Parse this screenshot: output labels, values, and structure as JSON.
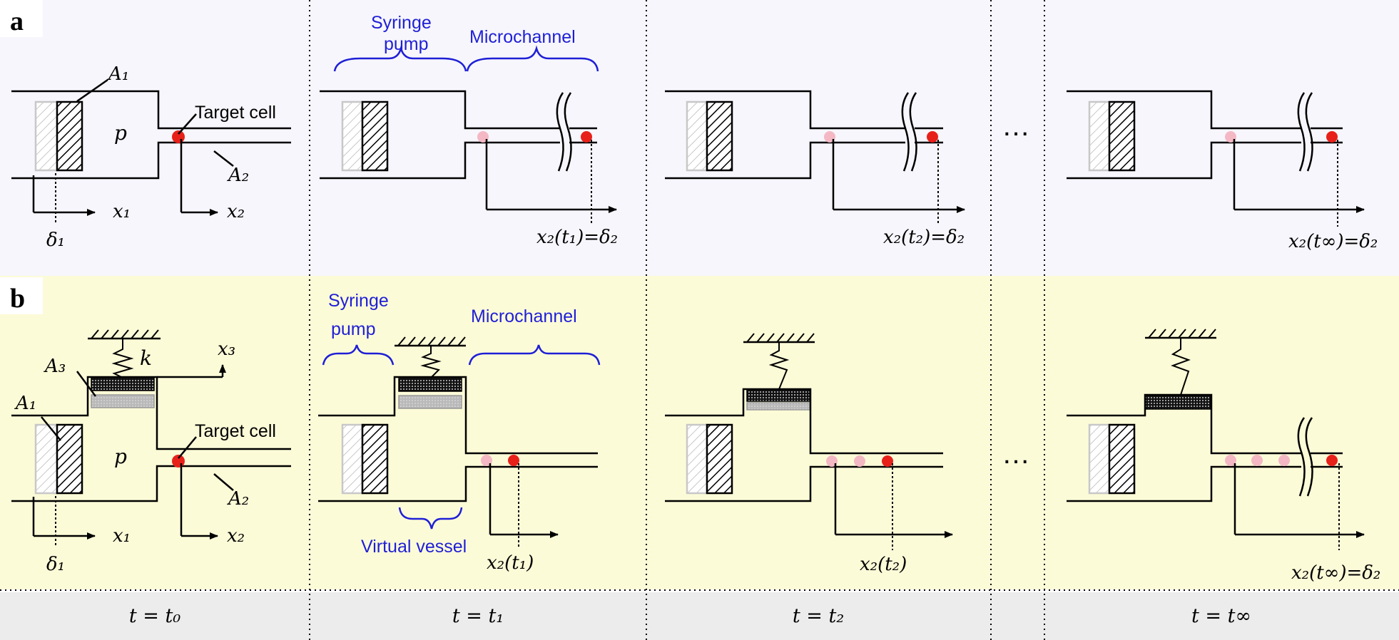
{
  "panels": {
    "a": {
      "label": "a"
    },
    "b": {
      "label": "b"
    }
  },
  "labels": {
    "syringe_pump_line1": "Syringe",
    "syringe_pump_line2": "pump",
    "microchannel": "Microchannel",
    "virtual_vessel": "Virtual vessel",
    "target_cell": "Target cell",
    "pressure": "p",
    "spring_constant": "k",
    "ellipsis": "…",
    "A1": "A₁",
    "A2": "A₂",
    "A3": "A₃",
    "x1": "x₁",
    "x2": "x₂",
    "x3": "x₃",
    "delta1": "δ₁",
    "a_t1": "x₂(t₁)=δ₂",
    "a_t2": "x₂(t₂)=δ₂",
    "a_tinf": "x₂(t∞)=δ₂",
    "b_t1": "x₂(t₁)",
    "b_t2": "x₂(t₂)",
    "b_tinf": "x₂(t∞)=δ₂"
  },
  "time_row": [
    "t = t₀",
    "t = t₁",
    "t = t₂",
    "t = t∞"
  ],
  "colors": {
    "panel_a_bg": "#f6f6fc",
    "panel_b_bg": "#fcfbd8",
    "time_row_bg": "#ececec",
    "blue_text": "#1f1fd6",
    "target_cell": "#e8201a",
    "previous_cell": "#f4b8c4"
  }
}
